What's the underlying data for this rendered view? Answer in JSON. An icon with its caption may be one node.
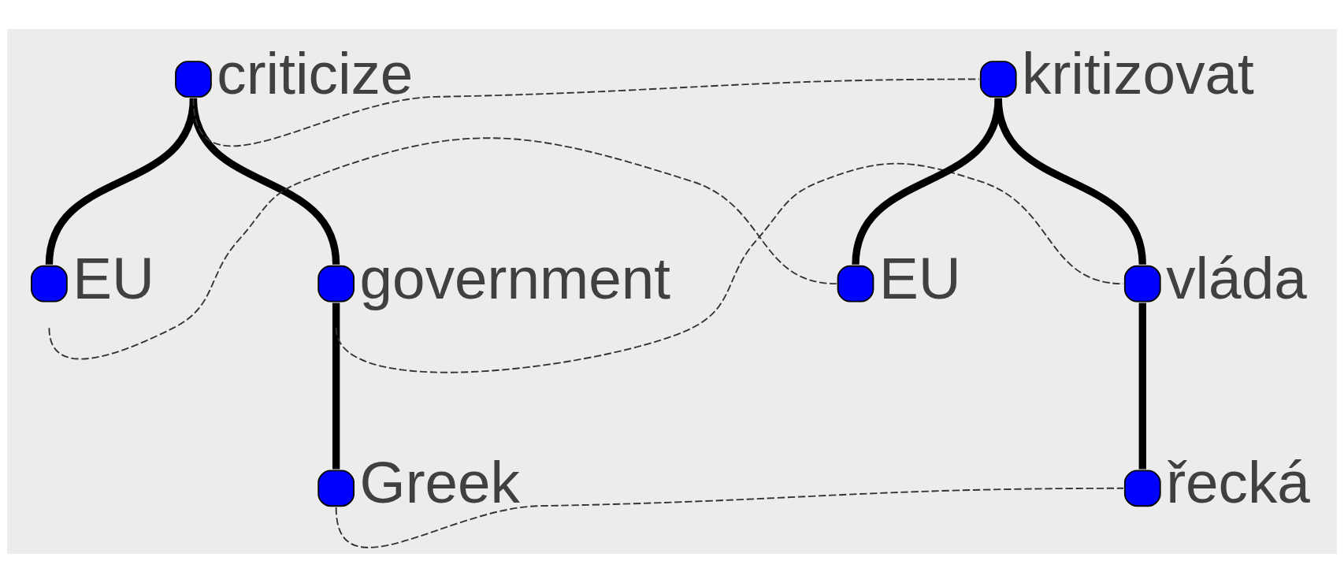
{
  "diagram": {
    "nodes": [
      {
        "text": [
          "criticize"
        ]
      },
      {
        "text": [
          "EU"
        ]
      },
      {
        "text": [
          "government"
        ]
      },
      {
        "text": [
          "Greek"
        ]
      },
      {
        "text": [
          "kritizovat"
        ]
      },
      {
        "text": [
          "EU"
        ]
      },
      {
        "text": [
          "vláda"
        ]
      },
      {
        "text": [
          "řecká"
        ]
      }
    ],
    "edges": [
      {
        "from": 0,
        "to": 1,
        "arrow": "none"
      },
      {
        "from": 0,
        "to": 2,
        "arrow": "none"
      },
      {
        "from": 2,
        "to": 3,
        "arrow": "none"
      },
      {
        "from": 4,
        "to": 5,
        "arrow": "none"
      },
      {
        "from": 4,
        "to": 6,
        "arrow": "none"
      },
      {
        "from": 6,
        "to": 7,
        "arrow": "none"
      },
      {
        "from": 0,
        "to": 4,
        "arrow": "none",
        "style": "dashed"
      },
      {
        "from": 1,
        "to": 5,
        "arrow": "none",
        "style": "dashed"
      },
      {
        "from": 2,
        "to": 6,
        "arrow": "none",
        "style": "dashed"
      },
      {
        "from": 3,
        "to": 7,
        "arrow": "none",
        "style": "dashed"
      }
    ]
  }
}
